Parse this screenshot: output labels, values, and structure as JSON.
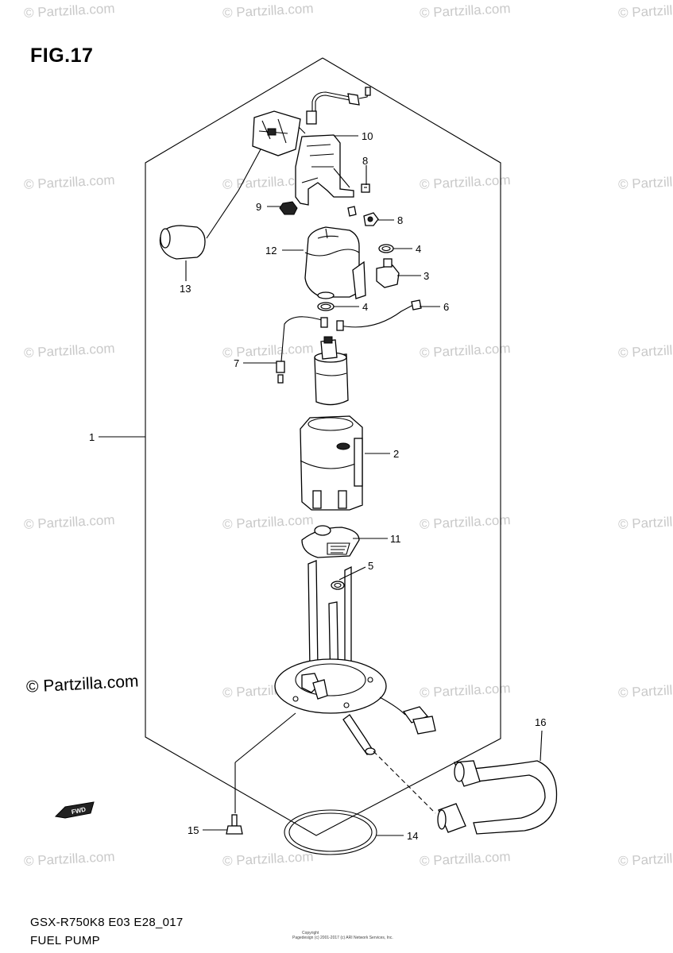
{
  "figure": {
    "title": "FIG.17",
    "model_code": "GSX-R750K8 E03 E28_017",
    "section_name": "FUEL PUMP",
    "fwd_label": "FWD"
  },
  "watermark": {
    "text": "© Partzilla.com",
    "large_text": "© Partzilla.com"
  },
  "copyright_fine": {
    "line1": "Copyright",
    "line2": "Pagedesign (c) 2001-2017 (c) ARI Network Services, Inc."
  },
  "callouts": [
    "1",
    "2",
    "3",
    "4",
    "4",
    "5",
    "6",
    "7",
    "8",
    "8",
    "9",
    "10",
    "11",
    "12",
    "13",
    "14",
    "15",
    "16"
  ]
}
